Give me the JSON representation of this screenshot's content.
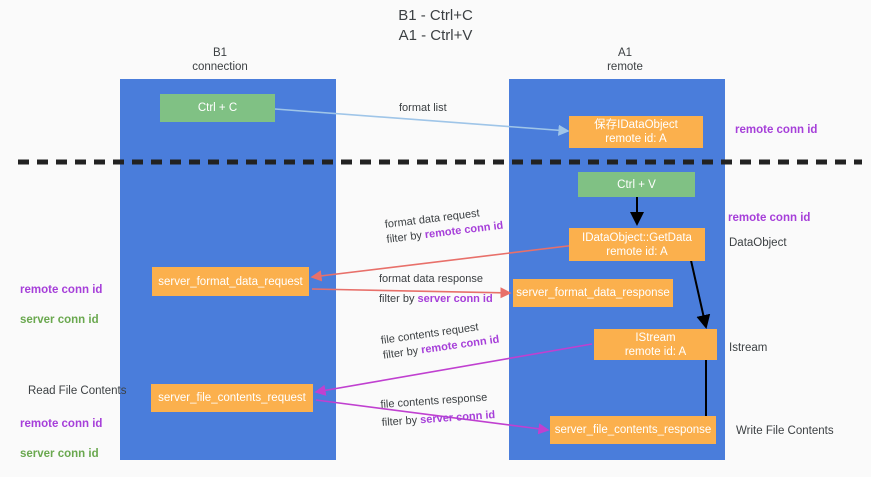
{
  "diagram": {
    "title": "B1 - Ctrl+C\nA1 - Ctrl+V",
    "columns": [
      {
        "name": "B1",
        "role": "connection"
      },
      {
        "name": "A1",
        "role": "remote"
      }
    ],
    "colors": {
      "lane": "#4a7ddb",
      "green_node": "#80c184",
      "orange_node": "#fbb04d",
      "magenta_text": "#a63fd9",
      "green_text": "#6aa84f",
      "blue_arrow": "#9fc5e8",
      "red_arrow": "#e8706a",
      "magenta_arrow": "#c040d0",
      "black_arrow": "#000000",
      "background": "#fafafa"
    },
    "nodes": [
      {
        "id": "ctrl-c",
        "label": "Ctrl + C",
        "color": "green",
        "column": "B1"
      },
      {
        "id": "ctrl-v",
        "label": "Ctrl + V",
        "color": "green",
        "column": "A1"
      },
      {
        "id": "save-idataobject",
        "label": "保存IDataObject\nremote id: A",
        "color": "orange",
        "column": "A1"
      },
      {
        "id": "idataobject-getdata",
        "label": "IDataObject::GetData\nremote id: A",
        "color": "orange",
        "column": "A1"
      },
      {
        "id": "istream",
        "label": "IStream\nremote id: A",
        "color": "orange",
        "column": "A1"
      },
      {
        "id": "server-format-data-request",
        "label": "server_format_data_request",
        "color": "orange",
        "column": "B1"
      },
      {
        "id": "server-format-data-response",
        "label": "server_format_data_response",
        "color": "orange",
        "column": "A1"
      },
      {
        "id": "server-file-contents-request",
        "label": "server_file_contents_request",
        "color": "orange",
        "column": "B1"
      },
      {
        "id": "server-file-contents-response",
        "label": "server_file_contents_response",
        "color": "orange",
        "column": "A1"
      }
    ],
    "edge_labels": [
      {
        "id": "format-list",
        "line1": "format list",
        "line2": "",
        "line2_key": ""
      },
      {
        "id": "format-data-request",
        "line1": "format data request",
        "line2": "filter by ",
        "line2_key": "remote conn id"
      },
      {
        "id": "format-data-response",
        "line1": "format data response",
        "line2": "filter by ",
        "line2_key": "server conn id"
      },
      {
        "id": "file-contents-request",
        "line1": "file contents request",
        "line2": "filter by ",
        "line2_key": "remote conn id"
      },
      {
        "id": "file-contents-response",
        "line1": "file contents response",
        "line2": "filter by ",
        "line2_key": "server conn id"
      }
    ],
    "left_annotations": [
      {
        "id": "left-conn-ids",
        "magenta": "remote conn id",
        "green": "server conn id",
        "dark": ""
      },
      {
        "id": "read-file-contents",
        "dark": "Read File Contents",
        "magenta": "remote conn id",
        "green": "server conn id"
      }
    ],
    "right_annotations": [
      {
        "id": "right-remote-conn-id-top",
        "text": "remote conn id",
        "style": "magenta"
      },
      {
        "id": "right-remote-conn-id-mid",
        "text": "remote conn id",
        "style": "magenta"
      },
      {
        "id": "right-dataobject",
        "text": "DataObject",
        "style": "dark"
      },
      {
        "id": "right-istream",
        "text": "Istream",
        "style": "dark"
      },
      {
        "id": "right-write-file-contents",
        "text": "Write File Contents",
        "style": "dark"
      }
    ]
  }
}
